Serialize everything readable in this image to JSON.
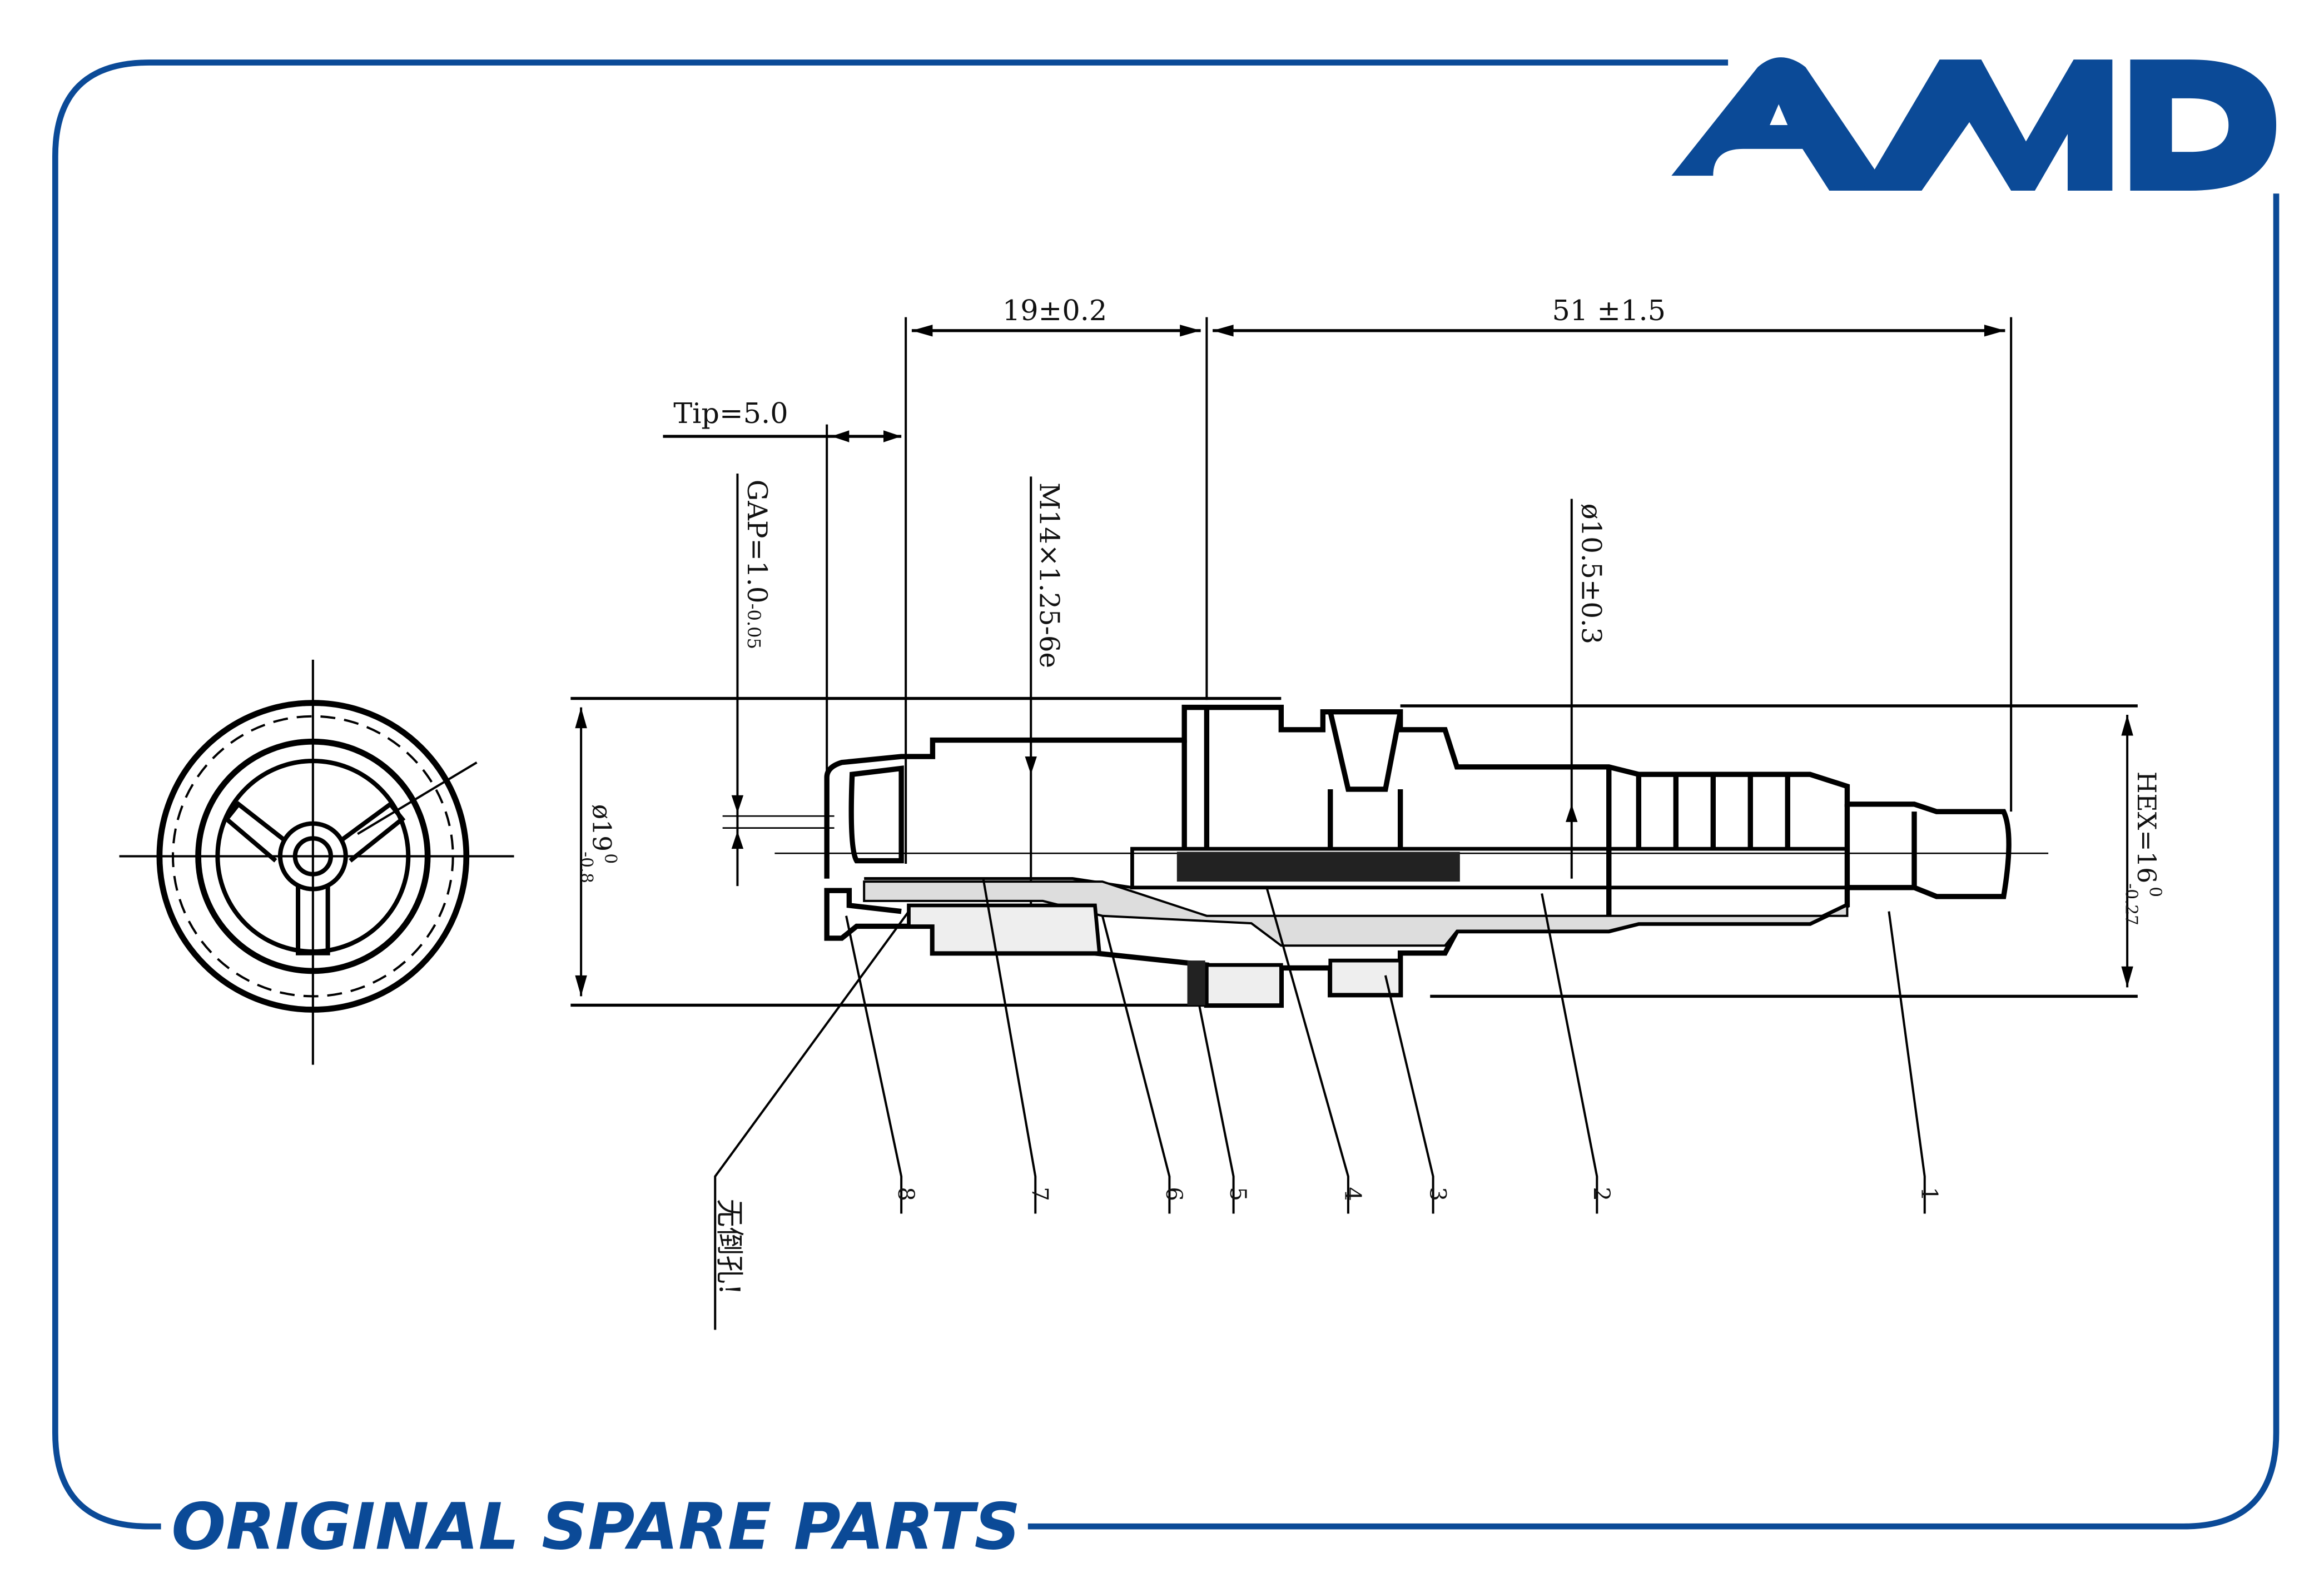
{
  "brand": {
    "logo": "AMD",
    "footer": "ORIGINAL SPARE PARTS",
    "color": "#0b4a97"
  },
  "dimensions": {
    "tip": "Tip=5.0",
    "length_19": "19±0.2",
    "length_51": "51 ±1.5",
    "gap": "GAP=1.0",
    "gap_tol": "-0.05",
    "thread": "M14×1.25-6e",
    "insulator_dia": "ø10.5±0.3",
    "outer_dia": "ø19",
    "outer_dia_tol_upper": "0",
    "outer_dia_tol_lower": "-0.8",
    "hex": "HEX=16",
    "hex_tol_upper": "0",
    "hex_tol_lower": "-0.27"
  },
  "callouts": [
    "1",
    "2",
    "3",
    "4",
    "5",
    "6",
    "7",
    "8"
  ],
  "note": "无倒孔!"
}
